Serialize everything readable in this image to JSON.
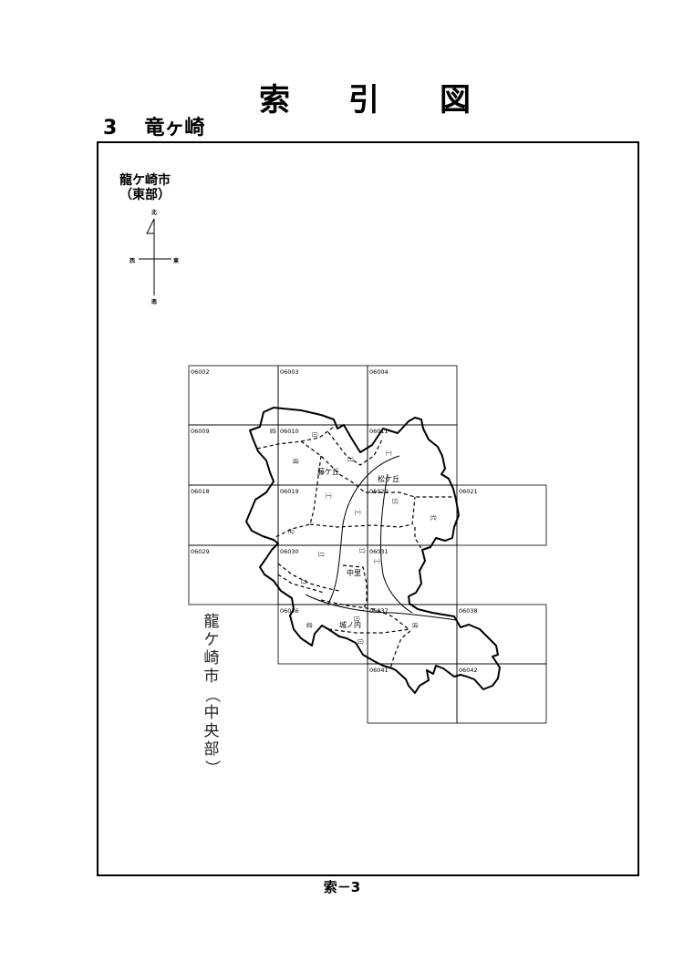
{
  "header": {
    "title_chars": [
      "索",
      "引",
      "図"
    ],
    "section_number": "3",
    "section_name": "竜ヶ崎"
  },
  "region_label": {
    "line1": "龍ケ崎市",
    "line2": "（東部）"
  },
  "compass": {
    "north": "北",
    "south": "南",
    "east": "東",
    "west": "西"
  },
  "grid_cells": [
    {
      "id": "06002"
    },
    {
      "id": "06003"
    },
    {
      "id": "06004"
    },
    {
      "id": "06009"
    },
    {
      "id": "06010"
    },
    {
      "id": "06011"
    },
    {
      "id": "06018"
    },
    {
      "id": "06019"
    },
    {
      "id": "06020"
    },
    {
      "id": "06021"
    },
    {
      "id": "06029"
    },
    {
      "id": "06030"
    },
    {
      "id": "06031"
    },
    {
      "id": "06036"
    },
    {
      "id": "06037"
    },
    {
      "id": "06038"
    },
    {
      "id": "06041"
    },
    {
      "id": "06042"
    }
  ],
  "district_names": [
    "藤ケ丘",
    "松ケ丘",
    "中里",
    "城ノ内"
  ],
  "district_markers": [
    "㈣",
    "㈢",
    "㈡",
    "㈤",
    "㈠",
    "㈠",
    "㈠",
    "㈢",
    "㈥",
    "㈦",
    "㈡",
    "㈡",
    "㈠",
    "㈡",
    "㈣",
    "㈢",
    "㈢",
    "㈤"
  ],
  "side_label": {
    "chars": [
      "龍",
      "ケ",
      "崎",
      "市",
      "（",
      "中",
      "央",
      "部",
      "）"
    ]
  },
  "page_number": "索－3"
}
